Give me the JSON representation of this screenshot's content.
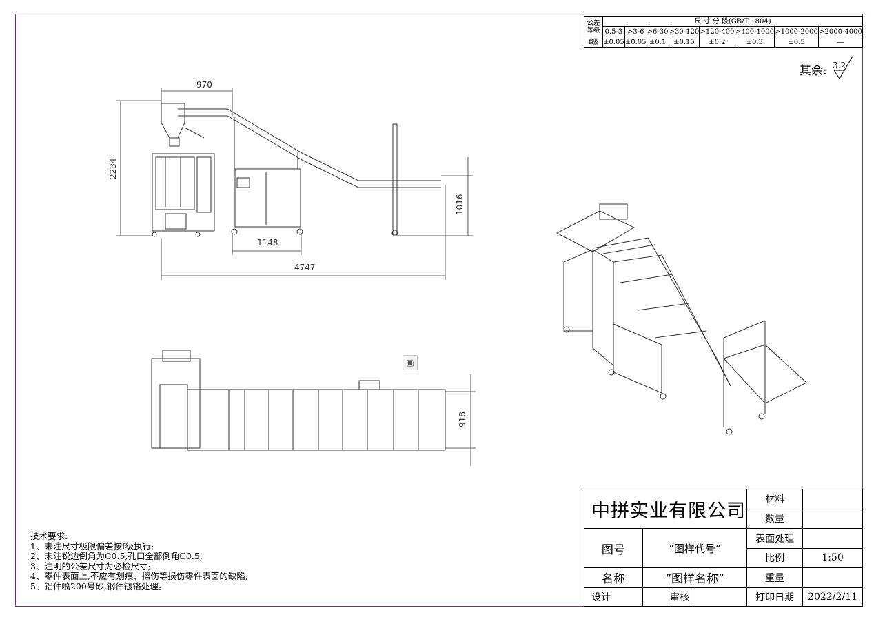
{
  "dimensions": {
    "hopper_width": "970",
    "height_total": "2234",
    "conveyor_height": "1016",
    "cabinet_width": "1148",
    "total_length": "4747",
    "belt_width": "918"
  },
  "tolerance_table": {
    "header_left": "公差\n等级",
    "header_title": "尺 寸 分 段(GB/T 1804)",
    "ranges": [
      "0.5-3",
      ">3-6",
      ">6-30",
      ">30-120",
      ">120-400",
      ">400-1000",
      ">1000-2000",
      ">2000-4000"
    ],
    "grade": "f级",
    "values": [
      "±0.05",
      "±0.05",
      "±0.1",
      "±0.15",
      "±0.2",
      "±0.3",
      "±0.5",
      "—"
    ]
  },
  "roughness": {
    "label": "其余:",
    "value": "3.2"
  },
  "notes": {
    "title": "技术要求:",
    "items": [
      "1、未注尺寸极限偏差按f级执行;",
      "2、未注锐边倒角为C0.5,孔口全部倒角C0.5;",
      "3、注明的公差尺寸为必检尺寸;",
      "4、零件表面上,不应有划痕、擦伤等损伤零件表面的缺陷;",
      "5、铝件喷200号砂,钢件镀铬处理。"
    ]
  },
  "title_block": {
    "company": "中拼实业有限公司",
    "material_label": "材料",
    "material_value": "",
    "quantity_label": "数量",
    "quantity_value": "",
    "drawing_no_label": "图号",
    "drawing_no_value": "“图样代号”",
    "surface_label": "表面处理",
    "surface_value": "",
    "scale_label": "比例",
    "scale_value": "1:50",
    "name_label": "名称",
    "name_value": "“图样名称”",
    "weight_label": "重量",
    "weight_value": "",
    "designer_label": "设计",
    "designer_value": "",
    "reviewer_label": "审核",
    "reviewer_value": "",
    "print_date_label": "打印日期",
    "print_date_value": "2022/2/11"
  },
  "toolbar_icon": "image-frame-icon"
}
